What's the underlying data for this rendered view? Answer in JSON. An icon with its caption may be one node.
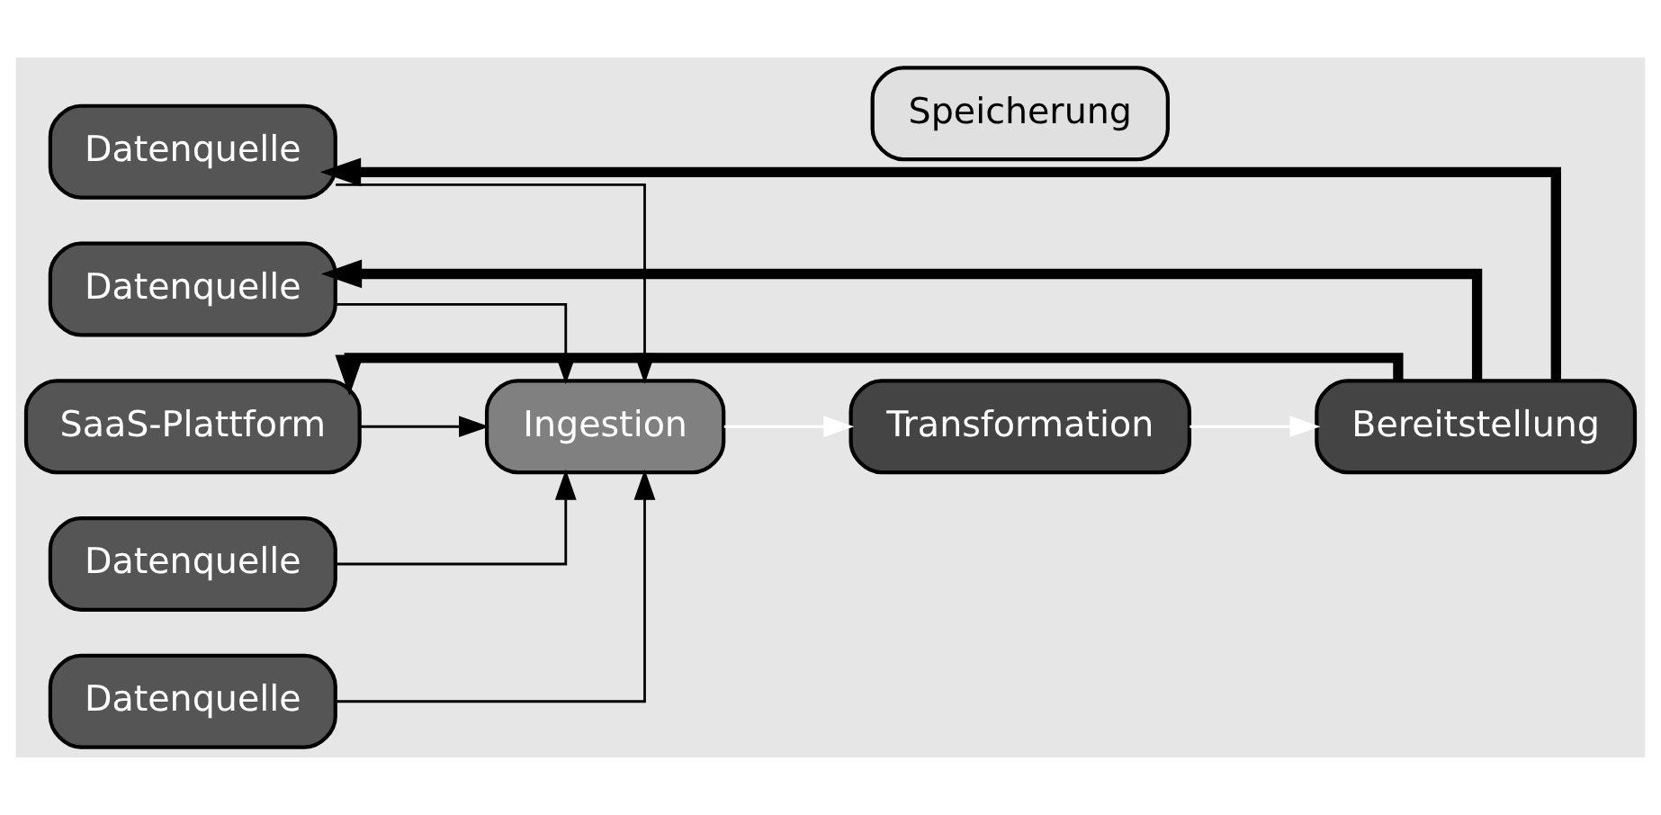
{
  "diagram": {
    "nodes": [
      {
        "text": [
          "Datenquelle"
        ]
      },
      {
        "text": [
          "Datenquelle"
        ]
      },
      {
        "text": [
          "Datenquelle"
        ]
      },
      {
        "text": [
          "Datenquelle"
        ]
      },
      {
        "text": [
          "SaaS-Plattform"
        ]
      },
      {
        "text": [
          "Ingestion"
        ]
      },
      {
        "text": [
          "Transformation"
        ]
      },
      {
        "text": [
          "Bereitstellung"
        ]
      },
      {
        "text": [
          "Speicherung"
        ]
      }
    ],
    "edges": [
      {
        "from": 0,
        "to": 5,
        "arrow": "to"
      },
      {
        "from": 1,
        "to": 5,
        "arrow": "to"
      },
      {
        "from": 2,
        "to": 5,
        "arrow": "to"
      },
      {
        "from": 3,
        "to": 5,
        "arrow": "to"
      },
      {
        "from": 4,
        "to": 5,
        "arrow": "to"
      },
      {
        "from": 5,
        "to": 6,
        "arrow": "to",
        "color": "#ffffff"
      },
      {
        "from": 6,
        "to": 7,
        "arrow": "to",
        "color": "#ffffff"
      },
      {
        "from": 7,
        "to": 2,
        "arrow": "to",
        "style": "thick"
      },
      {
        "from": 7,
        "to": 3,
        "arrow": "to",
        "style": "thick"
      },
      {
        "from": 7,
        "to": 4,
        "arrow": "to",
        "style": "thick"
      }
    ]
  }
}
